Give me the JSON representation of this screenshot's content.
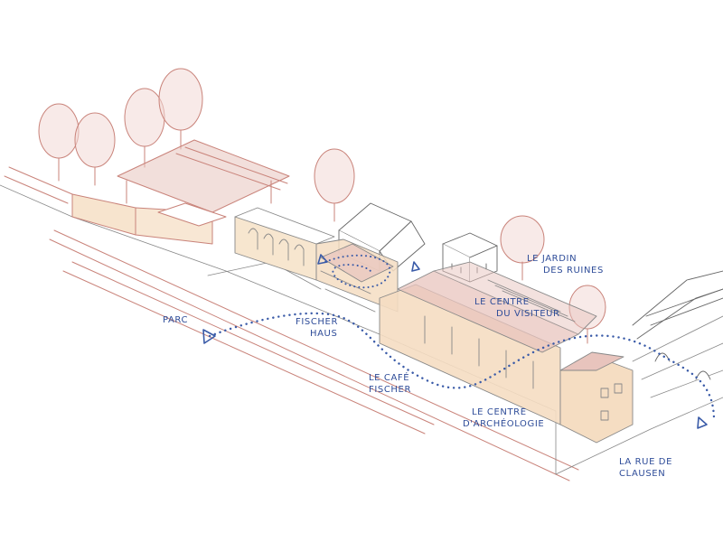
{
  "colors": {
    "route": "#3a5ba8",
    "sketch": "#c9837a",
    "outline": "#6e6e6e",
    "fill_warm": "#f5ddc2",
    "fill_rose": "#e8c4bd",
    "label": "#2f4d99"
  },
  "labels": {
    "parc": "PARC",
    "fischer_haus": [
      "FISCHER",
      "HAUS"
    ],
    "cafe_fischer": [
      "LE CAFÉ",
      "FISCHER"
    ],
    "centre_archeologie": [
      "LE CENTRE",
      "D'ARCHÉOLOGIE"
    ],
    "centre_visiteur": [
      "LE CENTRE",
      "DU VISITEUR"
    ],
    "jardin_ruines": [
      "LE JARDIN",
      "DES RUINES"
    ],
    "rue_clausen": [
      "LA RUE DE",
      "CLAUSEN"
    ]
  }
}
